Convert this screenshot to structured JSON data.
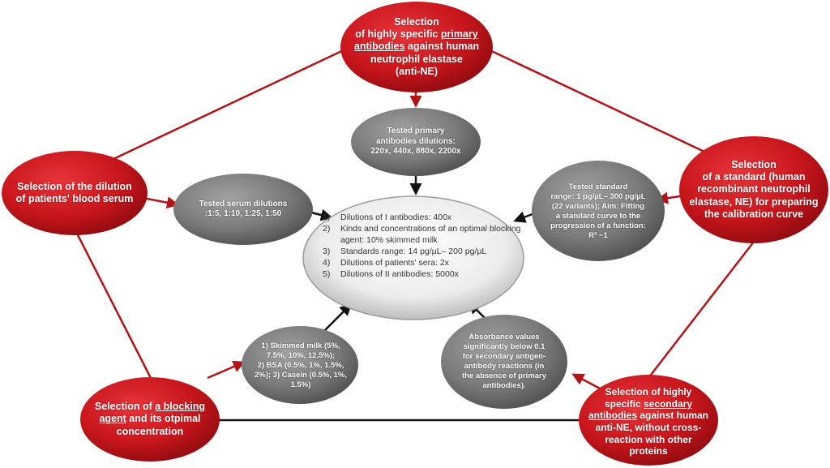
{
  "colors": {
    "red_node": "#c8161c",
    "red_node_dark": "#8e0b10",
    "gray_node": "#7a7a7a",
    "gray_node_dark": "#4f4f4f",
    "connector": "#b31217",
    "outline": "#111111",
    "center_fill": "#e9e9e9"
  },
  "nodes": {
    "top": {
      "line1": "Selection",
      "line2_pre": "of highly specific ",
      "line2_u": "primary",
      "line3_u": "antibodies",
      "line3_post": " against human",
      "line4": "neutrophil elastase",
      "line5": "(anti-NE)"
    },
    "left": {
      "line1": "Selection of the dilution",
      "line2": "of patients' blood serum"
    },
    "right": {
      "line1": "Selection",
      "line2": "of a standard (human",
      "line3": "recombinant neutrophil",
      "line4": "elastase, NE) for preparing",
      "line5": "the calibration curve"
    },
    "bottom_left": {
      "line1_pre": "Selection of ",
      "line1_u": "a blocking",
      "line2_u": "agent",
      "line2_post": " and its otpimal",
      "line3": "concentration"
    },
    "bottom_right": {
      "line1": "Selection of highly",
      "line2_pre": "specific ",
      "line2_u": "secondary",
      "line3_u": "antibodies",
      "line3_post": " against human",
      "line4": "anti-NE, without cross-",
      "line5": "reaction with other",
      "line6": "proteins"
    }
  },
  "tests": {
    "primary": {
      "line1": "Tested primary",
      "line2": "antibodies dilutions:",
      "line3": "220x, 440x, 880x, 2200x"
    },
    "serum": {
      "line1": "Tested serum dilutions",
      "line2": ":1:5, 1:10, 1:25, 1:50"
    },
    "standard": {
      "line1": "Tested  standard",
      "line2": "range: 1 pg/µL– 300 pg/µL",
      "line3": "(22 variants); Aim: Fitting",
      "line4": "a standard curve to the",
      "line5": "progression of a function:",
      "line6": "R² ~1"
    },
    "blocking": {
      "line1": "1) Skimmed milk (5%,",
      "line2": "7.5%, 10%, 12.5%);",
      "line3": "2) BSA (0.5%, 1%, 1.5%,",
      "line4": "2%); 3) Casein (0.5%, 1%,",
      "line5": "1.5%)"
    },
    "absorbance": {
      "line1": "Absorbance values",
      "line2": "significantly below 0.1",
      "line3": "for secondary antigen-",
      "line4": "antibody reactions (in",
      "line5": "the absence of primary",
      "line6": "antibodies)."
    }
  },
  "center": {
    "items": [
      {
        "num": "1)",
        "text": "Dilutions of I antibodies: 400x"
      },
      {
        "num": "2)",
        "text": "Kinds and concentrations of an optimal blocking agent: 10% skimmed milk"
      },
      {
        "num": "3)",
        "text": "Standards range: 14 pg/µL– 200 pg/µL"
      },
      {
        "num": "4)",
        "text": "Dilutions of patients' sera: 2x"
      },
      {
        "num": "5)",
        "text": "Dilutions of II antibodies: 5000x"
      }
    ]
  }
}
